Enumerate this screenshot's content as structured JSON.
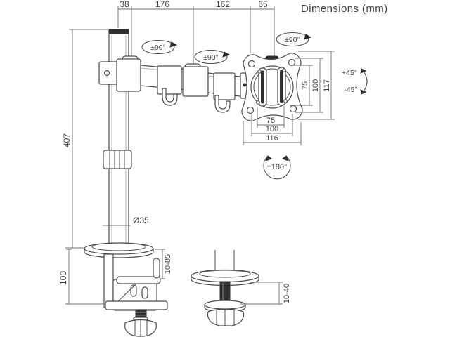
{
  "title": "Dimensions (mm)",
  "colors": {
    "background": "#ffffff",
    "line": "#4a4d50",
    "dimension_line": "#6e7174",
    "text": "#3f4245",
    "dark_fill": "#2d2f31"
  },
  "dims": {
    "top": {
      "seg1": "38",
      "seg2": "176",
      "seg3": "162",
      "seg4": "65"
    },
    "pole_height": "407",
    "pole_diameter": "Ø35",
    "clamp_height": "100",
    "clamp_range": "10-85",
    "grommet_range": "10-40",
    "vesa": {
      "slot_height": "75",
      "hole_height": "100",
      "plate_height": "117",
      "slot_width": "75",
      "hole_width": "100",
      "plate_width": "116"
    }
  },
  "rotations": {
    "joint1_swivel": "±90°",
    "joint2_swivel": "±90°",
    "vesa_swivel": "±90°",
    "tilt_up": "+45°",
    "tilt_down": "-45°",
    "vesa_rotation": "±180°"
  }
}
